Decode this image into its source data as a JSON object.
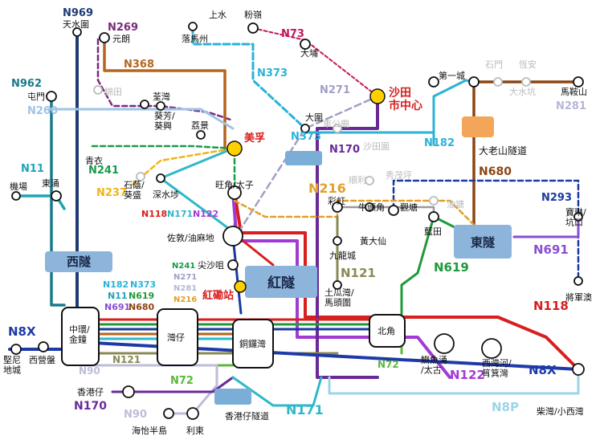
{
  "colors": {
    "N969": "#1f3b73",
    "N269": "#7b2a7e",
    "N368": "#b5651d",
    "N962": "#1a7a8a",
    "N260": "#9ec4e6",
    "N11": "#1fa3b6",
    "N241": "#1a9a4a",
    "N237": "#f2b316",
    "N118": "#d81e1e",
    "N171": "#2fb8c9",
    "N122": "#a23bd1",
    "N373": "#2bb3d6",
    "N73": "#c2185b",
    "N271": "#a0a0c8",
    "N216": "#e1a02a",
    "N170": "#6a2a96",
    "N182": "#2bb3d6",
    "N680": "#8b4513",
    "N293": "#1a3aa0",
    "N691": "#8a4fd0",
    "N619": "#1f9a3a",
    "N121": "#8a8a55",
    "N8X": "#1f3aa8",
    "N8P": "#9ed4e8",
    "N72": "#5ab83a",
    "N90": "#bdbdd8",
    "N281": "#b7b7d8",
    "station": "#111111",
    "hub": "#ffd000",
    "tunnel_fill": "#7aaed6",
    "tunnel_orange": "#f3a65a"
  },
  "routes": [
    "N969",
    "N269",
    "N368",
    "N962",
    "N260",
    "N11",
    "N241",
    "N237",
    "N118",
    "N171",
    "N122",
    "N373",
    "N73",
    "N271",
    "N216",
    "N170",
    "N182",
    "N680",
    "N293",
    "N691",
    "N619",
    "N121",
    "N8X",
    "N8P",
    "N72",
    "N90",
    "N281"
  ],
  "places": {
    "tin_shui_wai": "天水圍",
    "yuen_long": "元朗",
    "kam_tin": "錦田",
    "tuen_mun": "屯門",
    "tsuen_wan": "荃灣",
    "kwai_fong": "葵芳/\n葵興",
    "lai_king": "荔景",
    "tsing_yi": "青衣",
    "airport": "機場",
    "tung_chung": "東涌",
    "shek_lei": "石蔭/\n葵盛",
    "sham_shui_po": "深水埗",
    "mongkok": "旺角/太子",
    "mei_foo": "美孚",
    "jordan": "佐敦/油麻地",
    "tst": "尖沙咀",
    "hung_hom": "紅磡站",
    "sheung_shui": "上水",
    "fanling": "粉嶺",
    "lok_ma_chau": "落馬州",
    "tai_po": "大埔",
    "tai_wai": "大圍",
    "che_kung_miu": "車公廟",
    "sha_tin_wai": "沙田圍",
    "shatin_centre": "沙田\n市中心",
    "first_city": "第一城",
    "shek_mun": "石門",
    "heng_on": "恆安",
    "tai_shui_hang": "大水坑",
    "ma_on_shan": "馬鞍山",
    "tai_lo_shan": "大老山隧道",
    "shun_lee": "順利",
    "sau_mau_ping": "秀茂坪",
    "choi_hung": "彩虹",
    "ngau_tau_kok": "牛頭角",
    "kwun_tong": "觀塘",
    "yau_tong": "油塘",
    "lam_tin": "藍田",
    "wong_tai_sin": "黃大仙",
    "kowloon_city": "九龍城",
    "to_kwa_wan": "土瓜灣/\n馬頭圍",
    "po_lam": "寶琳/\n坑口",
    "tko": "將軍澳",
    "kennedy_town": "堅尼\n地城",
    "sai_ying_pun": "西營盤",
    "central": "中環/\n金鐘",
    "wan_chai": "灣仔",
    "causeway_bay": "銅鑼灣",
    "north_point": "北角",
    "quarry_bay": "鰂魚涌\n/太古",
    "sai_wan_ho": "西灣河/\n筲箕灣",
    "chai_wan": "柴灣/小西灣",
    "aberdeen": "香港仔",
    "ap_lei_chau": "海怡半島",
    "lei_tung": "利東",
    "aberdeen_tunnel": "香港仔隧道"
  },
  "tunnels": {
    "western": "西隧",
    "cross_harbour": "紅隧",
    "eastern": "東隧"
  },
  "route_tags": {
    "tsuen_wan": [
      "N241",
      "N271",
      "N281",
      "N216"
    ],
    "hung_hom_left": [
      "N182",
      "N373",
      "N11",
      "N619",
      "N691",
      "N680"
    ]
  }
}
